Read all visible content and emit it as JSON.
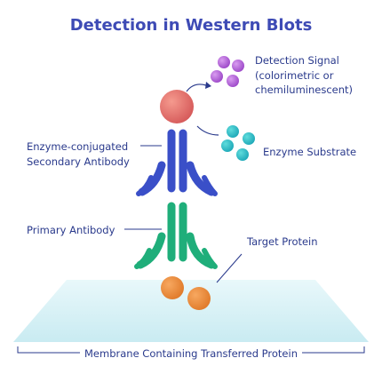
{
  "title": "Detection in Western Blots",
  "labels": {
    "detection_signal": [
      "Detection Signal",
      "(colorimetric or",
      "chemiluminescent)"
    ],
    "enzyme_substrate": "Enzyme Substrate",
    "secondary_antibody": [
      "Enzyme-conjugated",
      "Secondary Antibody"
    ],
    "primary_antibody": "Primary Antibody",
    "target_protein": "Target Protein",
    "membrane": "Membrane Containing Transferred Protein"
  },
  "colors": {
    "text": "#2a3a8c",
    "title": "#3e4bb5",
    "secondary_antibody": "#3a4fc8",
    "primary_antibody": "#1fae7a",
    "enzyme": "#e8706a",
    "substrate": "#2bc4c8",
    "signal": "#b45bdc",
    "target_protein": "#f08a3a",
    "membrane": "#cdeef3"
  },
  "icons": {
    "enzyme": "enzyme-sphere-icon",
    "signal": "signal-molecule-icon",
    "substrate": "substrate-molecule-icon",
    "protein": "protein-sphere-icon"
  }
}
